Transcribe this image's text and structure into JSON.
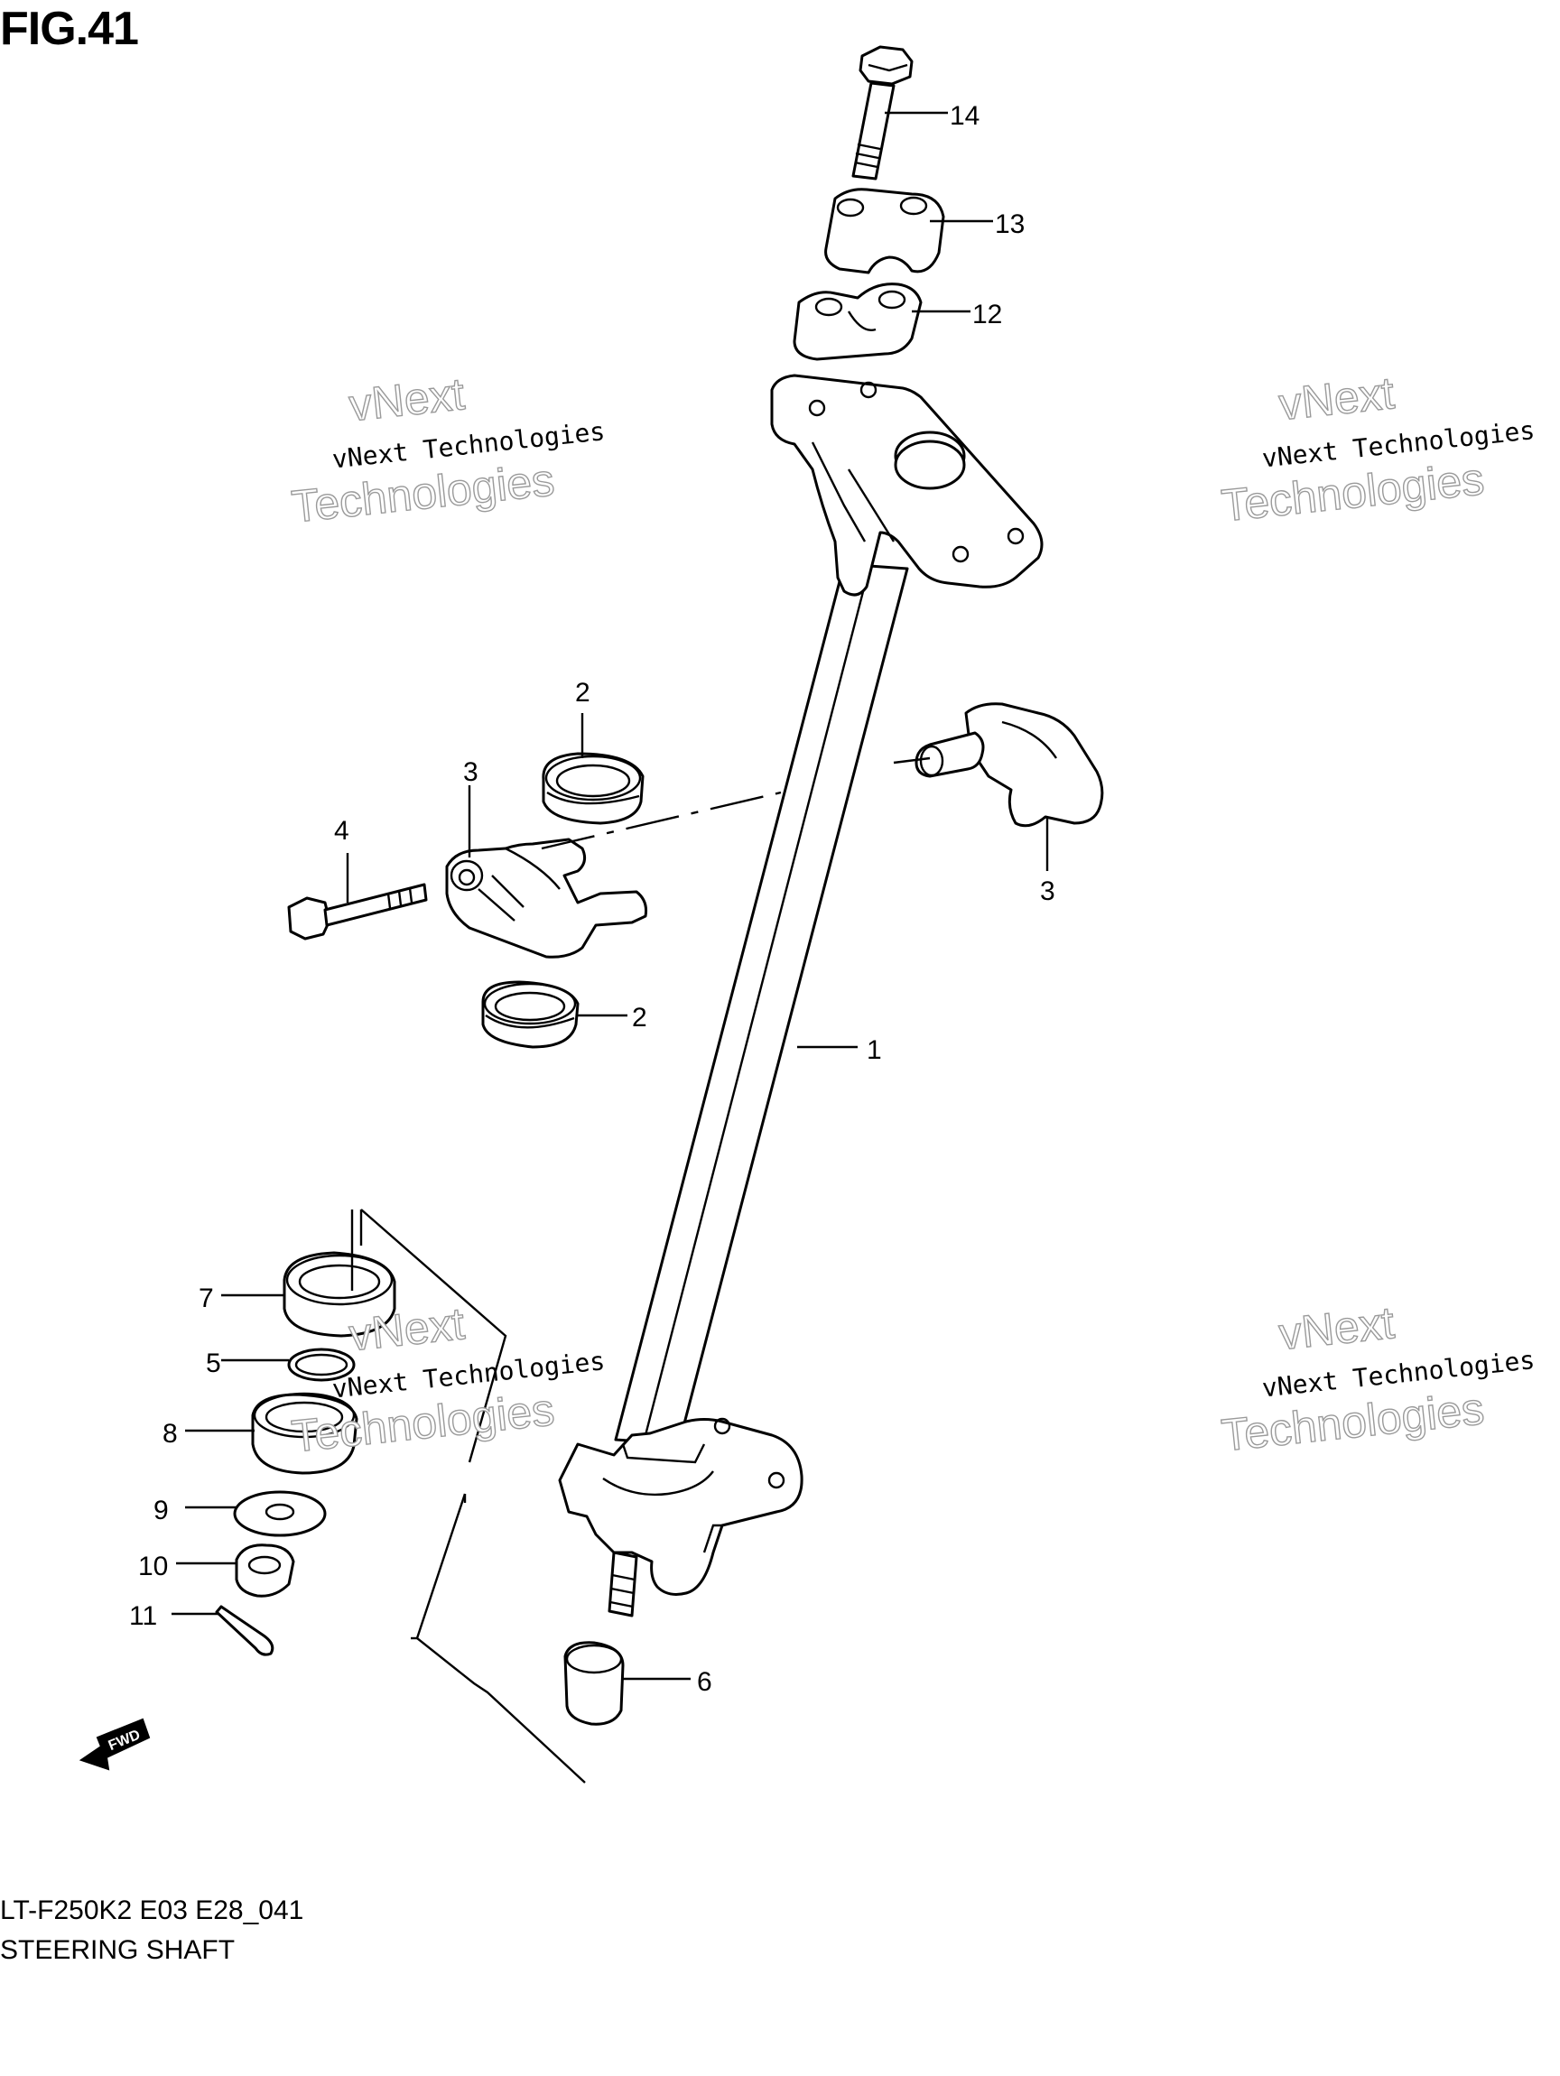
{
  "figure": {
    "title": "FIG.41",
    "code": "LT-F250K2 E03 E28_041",
    "name": "STEERING SHAFT"
  },
  "watermark": {
    "line1": "vNext Technologies",
    "line2a": "vNext",
    "line2b": "Technologies"
  },
  "callouts": {
    "n1": "1",
    "n2a": "2",
    "n2b": "2",
    "n3a": "3",
    "n3b": "3",
    "n4": "4",
    "n5": "5",
    "n6": "6",
    "n7": "7",
    "n8": "8",
    "n9": "9",
    "n10": "10",
    "n11": "11",
    "n12": "12",
    "n13": "13",
    "n14": "14"
  },
  "fwd_label": "FWD"
}
